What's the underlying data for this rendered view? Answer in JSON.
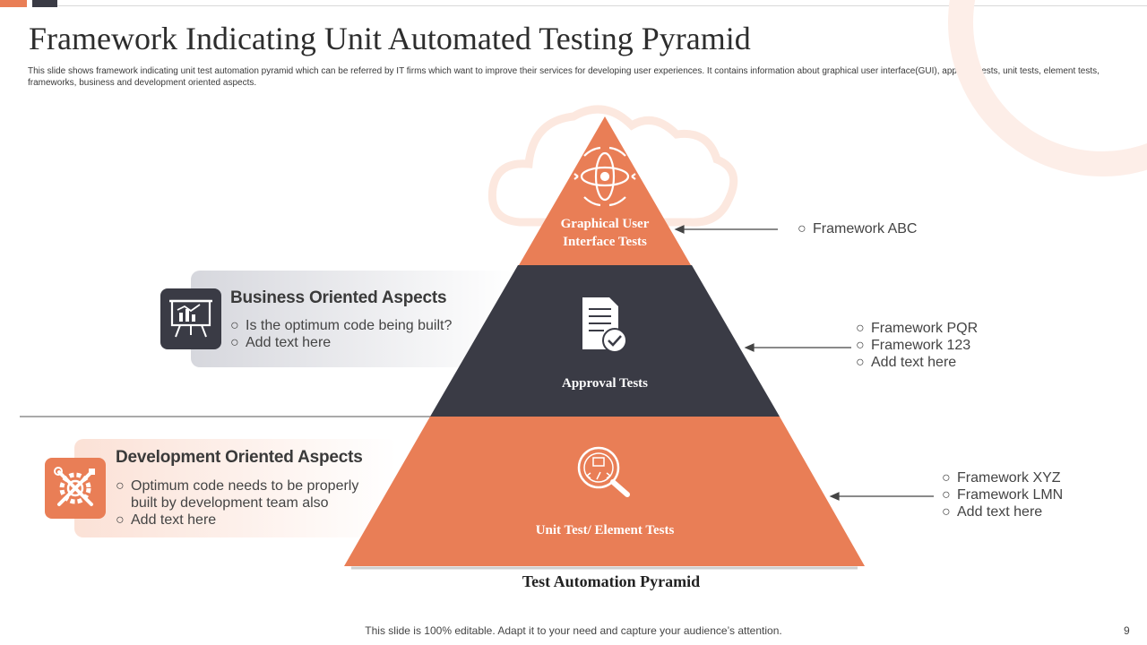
{
  "header": {
    "title": "Framework Indicating Unit Automated Testing Pyramid",
    "subtitle": "This slide shows framework indicating unit test automation pyramid which can be referred by IT firms which want to improve their services for developing user experiences. It contains information about graphical user interface(GUI), approval tests, unit tests, element tests, frameworks, business and development oriented aspects."
  },
  "colors": {
    "accent": "#e97e56",
    "dark": "#3a3b45"
  },
  "pyramid": {
    "caption": "Test Automation Pyramid",
    "tiers": [
      {
        "label_line1": "Graphical User",
        "label_line2": "Interface Tests",
        "icon": "globe-orbit-icon"
      },
      {
        "label": "Approval Tests",
        "icon": "document-check-icon"
      },
      {
        "label": "Unit Test/ Element Tests",
        "icon": "magnifier-code-icon"
      }
    ]
  },
  "callouts": {
    "gui": [
      "Framework ABC"
    ],
    "approval": [
      "Framework PQR",
      "Framework 123",
      "Add text here"
    ],
    "unit": [
      "Framework XYZ",
      "Framework LMN",
      "Add text here"
    ]
  },
  "panels": {
    "business": {
      "title": "Business Oriented Aspects",
      "items": [
        "Is the optimum code being built?",
        "Add text here"
      ],
      "icon": "presentation-chart-icon"
    },
    "development": {
      "title": "Development Oriented Aspects",
      "items_line1": "Optimum code needs to be properly",
      "items_line1b": "built by development team also",
      "items_line2": "Add text here",
      "icon": "tools-gear-icon"
    }
  },
  "bullet_symbol": "○",
  "footer": {
    "text": "This slide is 100% editable. Adapt it to your need and capture your audience’s attention.",
    "page": "9"
  }
}
